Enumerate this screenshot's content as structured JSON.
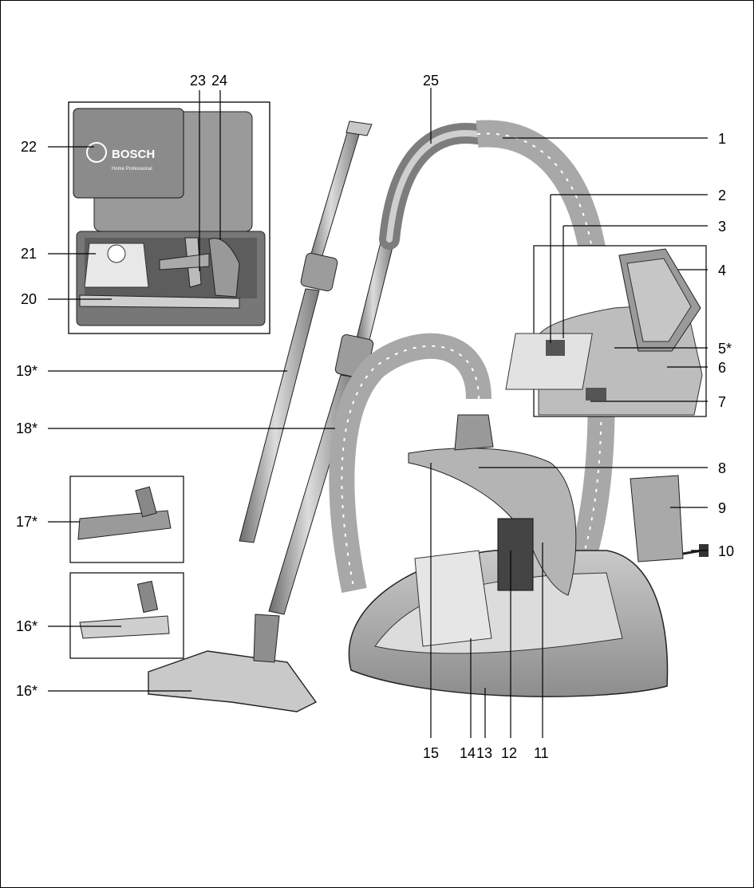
{
  "brand": {
    "case_logo": "BOSCH",
    "case_subtitle": "Home Professional"
  },
  "callouts": [
    {
      "id": "c1",
      "label": "1"
    },
    {
      "id": "c2",
      "label": "2"
    },
    {
      "id": "c3",
      "label": "3"
    },
    {
      "id": "c4",
      "label": "4"
    },
    {
      "id": "c5",
      "label": "5*"
    },
    {
      "id": "c6",
      "label": "6"
    },
    {
      "id": "c7",
      "label": "7"
    },
    {
      "id": "c8",
      "label": "8"
    },
    {
      "id": "c9",
      "label": "9"
    },
    {
      "id": "c10",
      "label": "10"
    },
    {
      "id": "c11",
      "label": "11"
    },
    {
      "id": "c12",
      "label": "12"
    },
    {
      "id": "c13",
      "label": "13"
    },
    {
      "id": "c14",
      "label": "14"
    },
    {
      "id": "c15",
      "label": "15"
    },
    {
      "id": "c16a",
      "label": "16*"
    },
    {
      "id": "c16b",
      "label": "16*"
    },
    {
      "id": "c17",
      "label": "17*"
    },
    {
      "id": "c18",
      "label": "18*"
    },
    {
      "id": "c19",
      "label": "19*"
    },
    {
      "id": "c20",
      "label": "20"
    },
    {
      "id": "c21",
      "label": "21"
    },
    {
      "id": "c22",
      "label": "22"
    },
    {
      "id": "c23",
      "label": "23"
    },
    {
      "id": "c24",
      "label": "24"
    },
    {
      "id": "c25",
      "label": "25"
    }
  ]
}
